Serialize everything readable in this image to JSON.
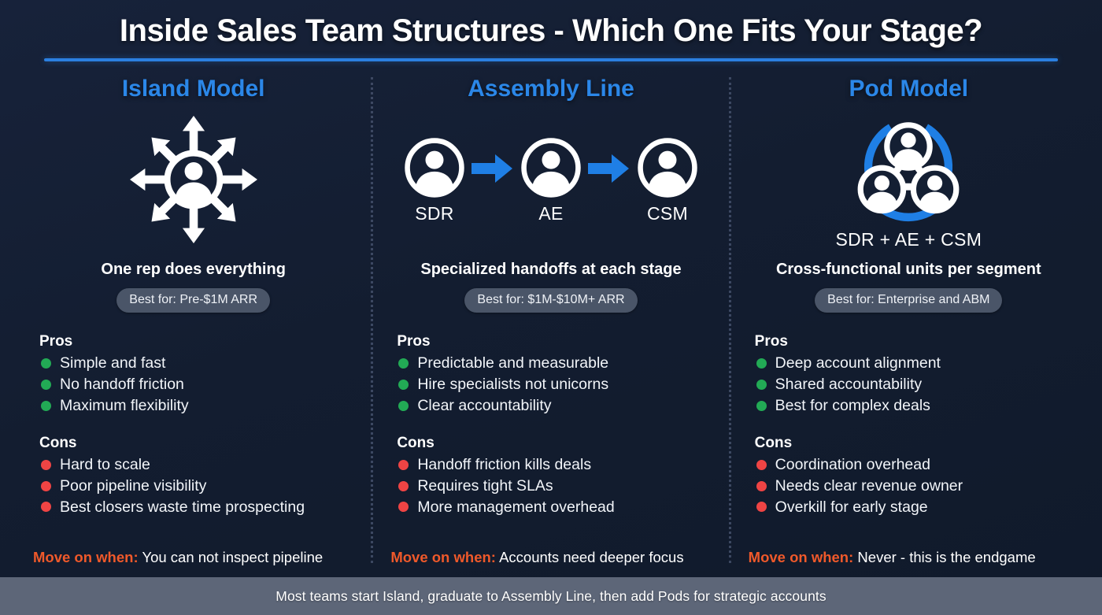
{
  "header": {
    "title": "Inside Sales Team Structures - Which One Fits Your Stage?",
    "accent_color": "#2b7fe0"
  },
  "colors": {
    "background": "#131e31",
    "column_title": "#2b87e8",
    "pro_dot": "#22aa55",
    "con_dot": "#ef4444",
    "moveon_label": "#f0592a",
    "pill_background": "#4a5568",
    "footer_background": "#5d6678",
    "arrow_blue": "#1f7fe5"
  },
  "columns": [
    {
      "title": "Island Model",
      "icon": "radiating-person-icon",
      "roles": [],
      "pod_caption": "",
      "subtitle": "One rep does everything",
      "pill": "Best for: Pre-$1M ARR",
      "pros_heading": "Pros",
      "pros": [
        "Simple and fast",
        "No handoff friction",
        "Maximum flexibility"
      ],
      "cons_heading": "Cons",
      "cons": [
        "Hard to scale",
        "Poor pipeline visibility",
        "Best closers waste time prospecting"
      ],
      "moveon_label": "Move on when:",
      "moveon_text": "You can not inspect pipeline"
    },
    {
      "title": "Assembly Line",
      "icon": "person-chain-icon",
      "roles": [
        "SDR",
        "AE",
        "CSM"
      ],
      "pod_caption": "",
      "subtitle": "Specialized handoffs at each stage",
      "pill": "Best for: $1M-$10M+ ARR",
      "pros_heading": "Pros",
      "pros": [
        "Predictable and measurable",
        "Hire specialists not unicorns",
        "Clear accountability"
      ],
      "cons_heading": "Cons",
      "cons": [
        "Handoff friction kills deals",
        "Requires tight SLAs",
        "More management overhead"
      ],
      "moveon_label": "Move on when:",
      "moveon_text": "Accounts need deeper focus"
    },
    {
      "title": "Pod Model",
      "icon": "three-person-pod-icon",
      "roles": [],
      "pod_caption": "SDR + AE + CSM",
      "subtitle": "Cross-functional units per segment",
      "pill": "Best for: Enterprise and ABM",
      "pros_heading": "Pros",
      "pros": [
        "Deep account alignment",
        "Shared accountability",
        "Best for complex deals"
      ],
      "cons_heading": "Cons",
      "cons": [
        "Coordination overhead",
        "Needs clear revenue owner",
        "Overkill for early stage"
      ],
      "moveon_label": "Move on when:",
      "moveon_text": "Never - this is the endgame"
    }
  ],
  "footer": {
    "text": "Most teams start Island, graduate to Assembly Line, then add Pods for strategic accounts"
  }
}
